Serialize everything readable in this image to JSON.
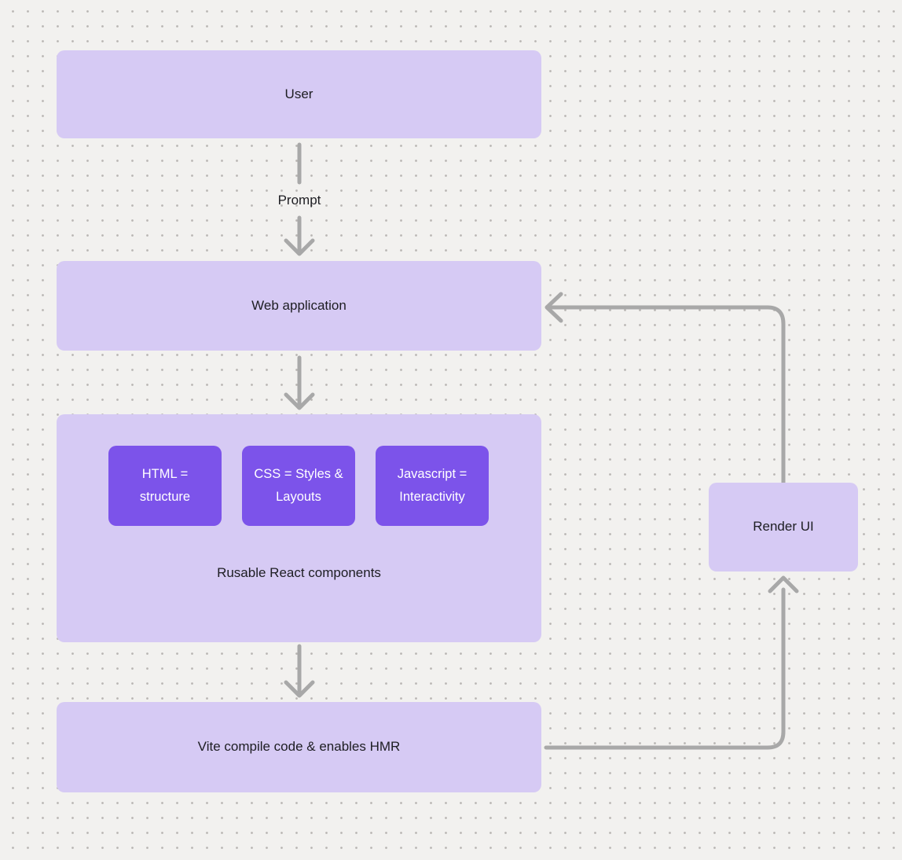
{
  "diagram": {
    "colors": {
      "background": "#f2f1ef",
      "grid_dot": "#b9b6b3",
      "node_fill": "#d6caf4",
      "chip_fill": "#7c53ea",
      "chip_text": "#ffffff",
      "node_text": "#1d1d22",
      "connector": "#a8a8a8"
    },
    "nodes": {
      "user": {
        "label": "User"
      },
      "web_application": {
        "label": "Web application"
      },
      "components_group": {
        "caption": "Rusable React components",
        "chips": [
          {
            "label": "HTML = structure"
          },
          {
            "label": "CSS = Styles & Layouts"
          },
          {
            "label": "Javascript = Interactivity"
          }
        ]
      },
      "vite": {
        "label": "Vite compile code & enables HMR"
      },
      "render_ui": {
        "label": "Render UI"
      }
    },
    "edge_labels": {
      "prompt": "Prompt"
    }
  }
}
